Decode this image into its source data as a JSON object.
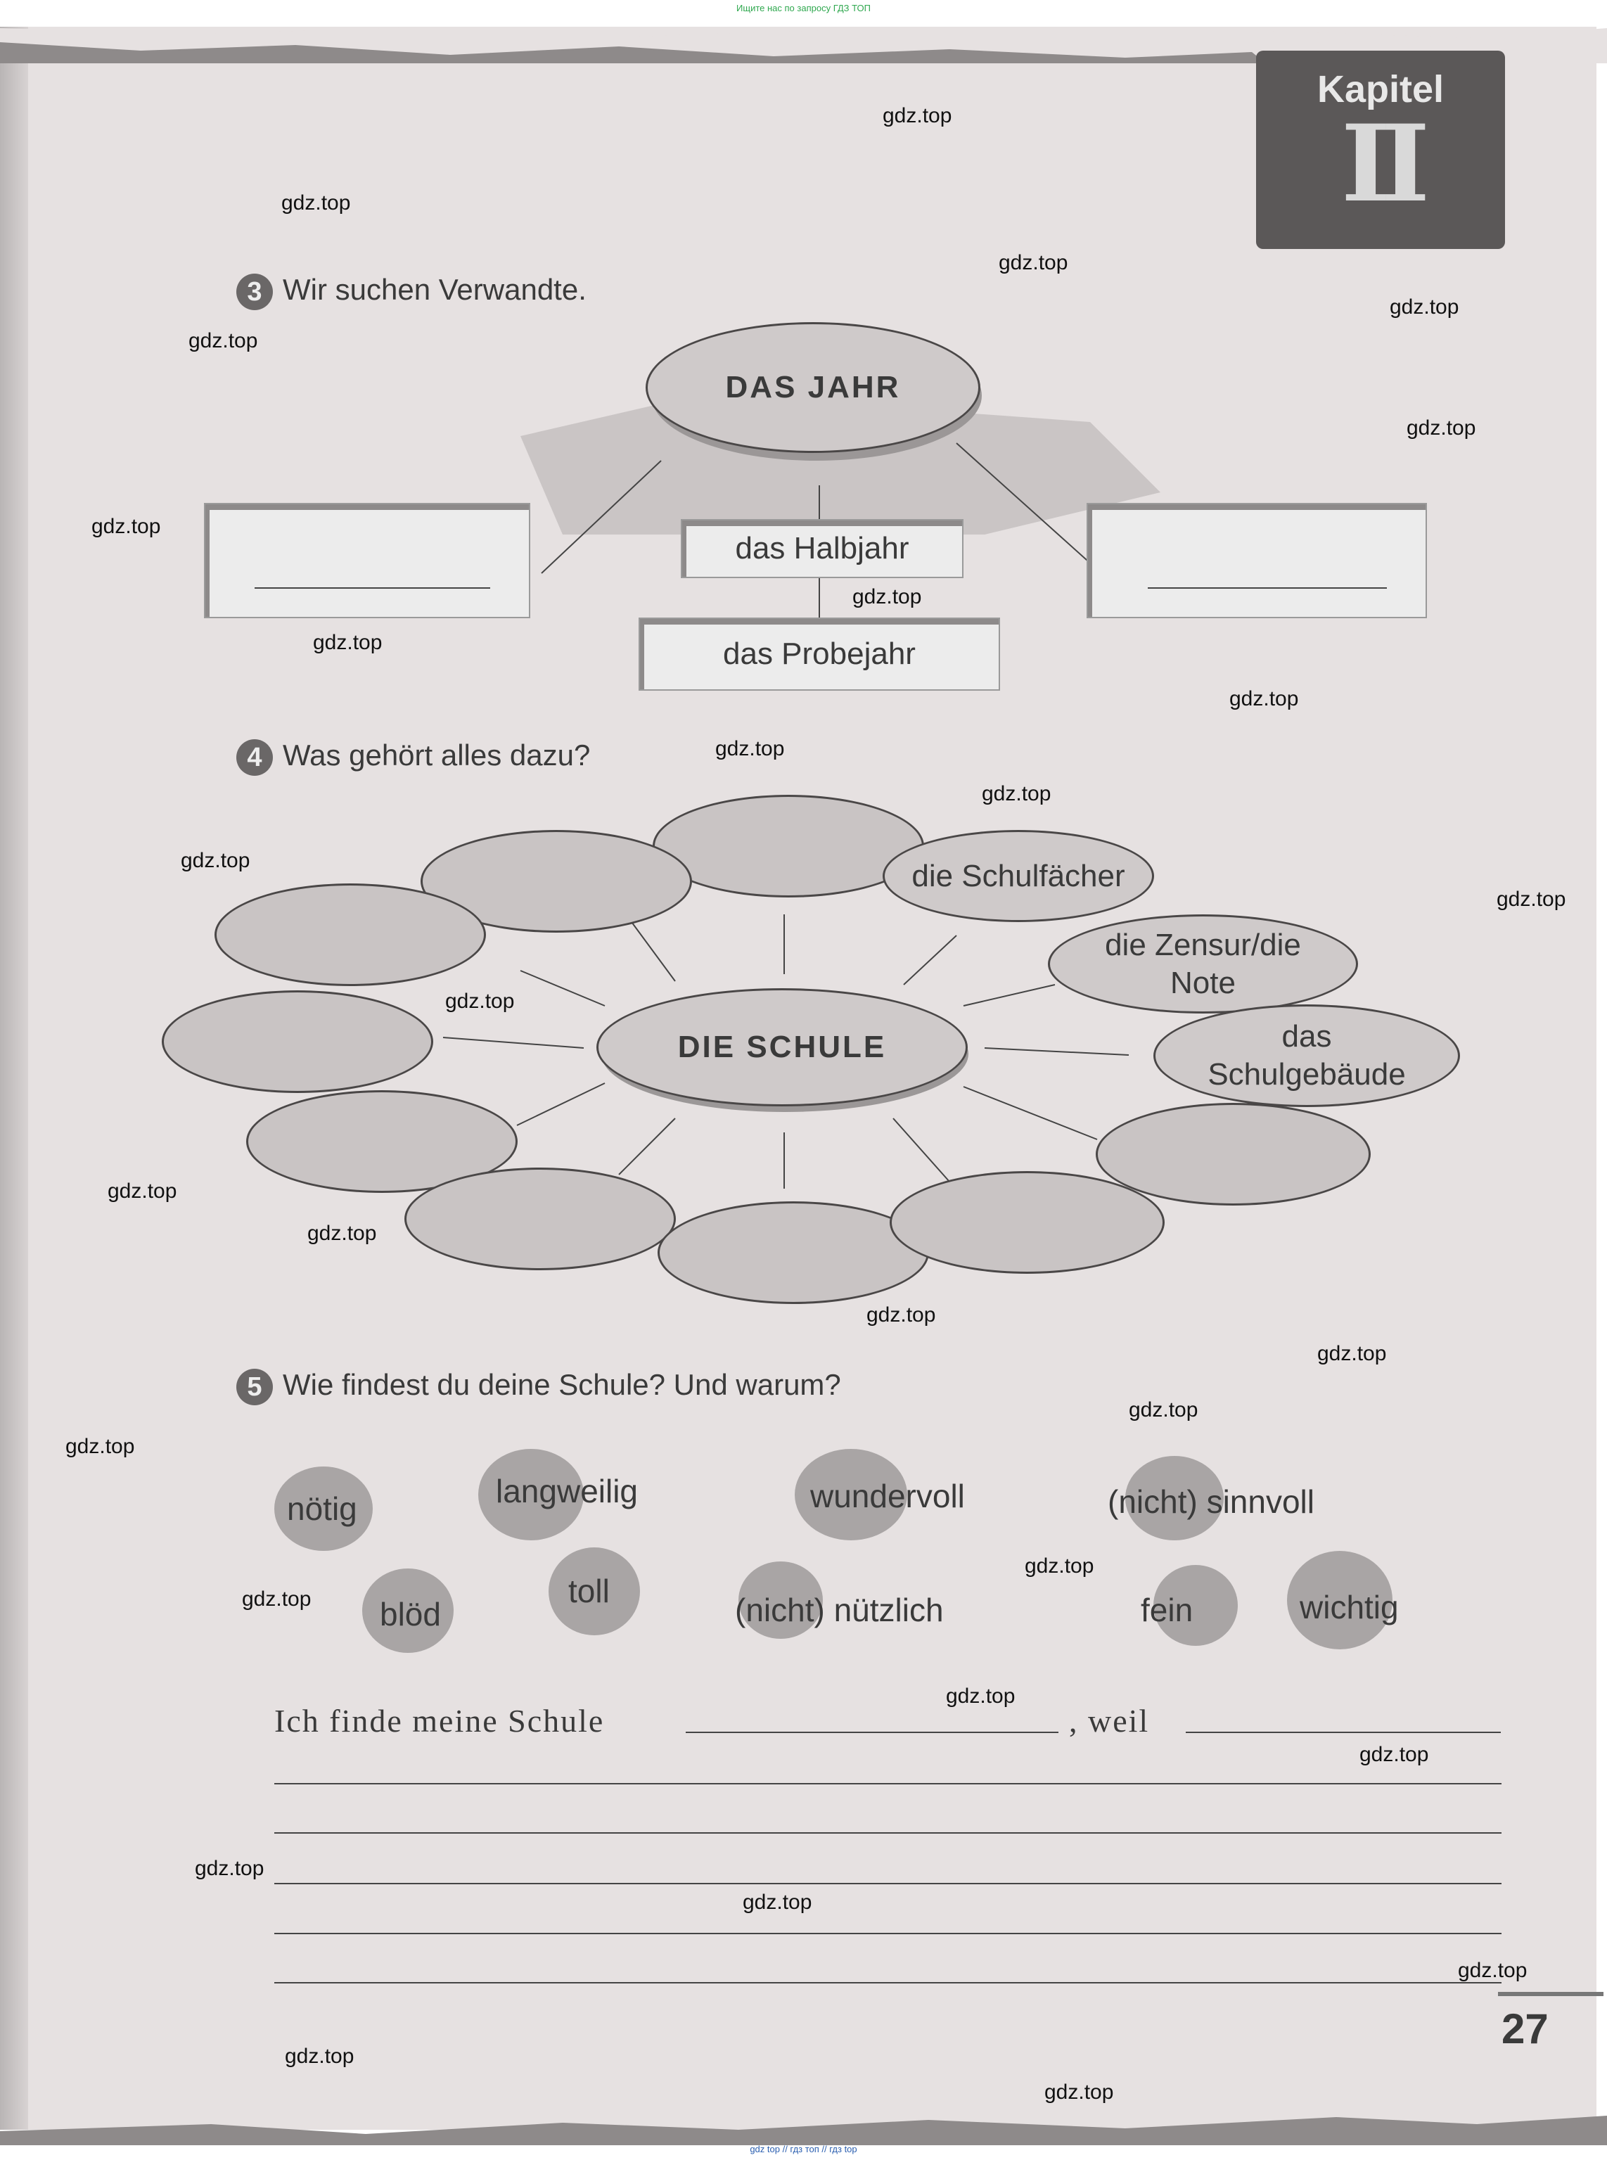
{
  "site_top": "Ищите нас по запросу ГДЗ ТОП",
  "site_bottom": "gdz top // гдз топ // гдз top",
  "watermark": "gdz.top",
  "chapter": {
    "label": "Kapitel",
    "number": "II"
  },
  "task3": {
    "number": "3",
    "title": "Wir suchen Verwandte.",
    "center": "DAS JAHR",
    "box1": "das Halbjahr",
    "box2": "das Probejahr"
  },
  "task4": {
    "number": "4",
    "title": "Was gehört alles dazu?",
    "center": "DIE SCHULE",
    "filled": [
      "die Schulfächer",
      "die Zensur/die Note",
      "das Schulgebäude"
    ]
  },
  "task5": {
    "number": "5",
    "title": "Wie findest du deine Schule? Und warum?",
    "words": [
      "nötig",
      "langweilig",
      "wundervoll",
      "(nicht) sinnvoll",
      "blöd",
      "toll",
      "(nicht) nützlich",
      "fein",
      "wichtig"
    ],
    "sentence_start": "Ich finde meine Schule",
    "sentence_mid": ", weil"
  },
  "page_number": "27"
}
